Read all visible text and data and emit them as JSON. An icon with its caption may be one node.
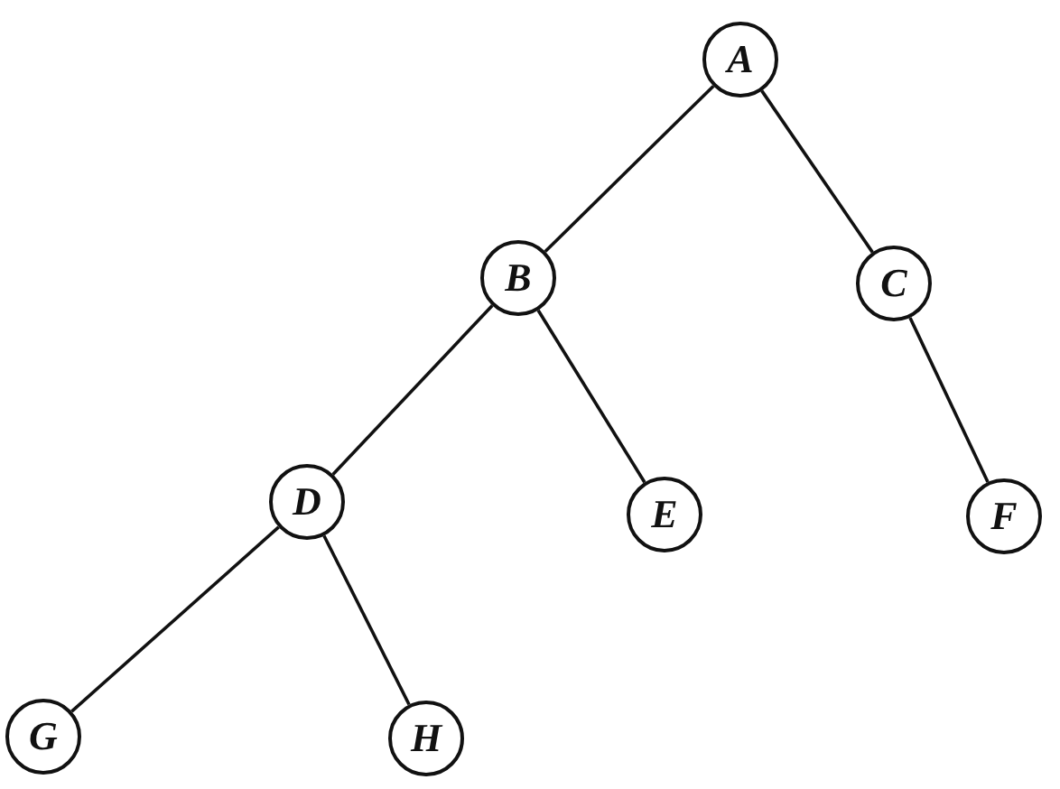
{
  "diagram": {
    "nodes": [
      {
        "text": [
          "A"
        ]
      },
      {
        "text": [
          "B"
        ]
      },
      {
        "text": [
          "C"
        ]
      },
      {
        "text": [
          "D"
        ]
      },
      {
        "text": [
          "E"
        ]
      },
      {
        "text": [
          "F"
        ]
      },
      {
        "text": [
          "G"
        ]
      },
      {
        "text": [
          "H"
        ]
      }
    ],
    "edges": [
      {
        "from": 0,
        "to": 1,
        "arrow": "none"
      },
      {
        "from": 0,
        "to": 2,
        "arrow": "none"
      },
      {
        "from": 1,
        "to": 3,
        "arrow": "none"
      },
      {
        "from": 1,
        "to": 4,
        "arrow": "none"
      },
      {
        "from": 2,
        "to": 5,
        "arrow": "none"
      },
      {
        "from": 3,
        "to": 6,
        "arrow": "none"
      },
      {
        "from": 3,
        "to": 7,
        "arrow": "none"
      }
    ]
  }
}
